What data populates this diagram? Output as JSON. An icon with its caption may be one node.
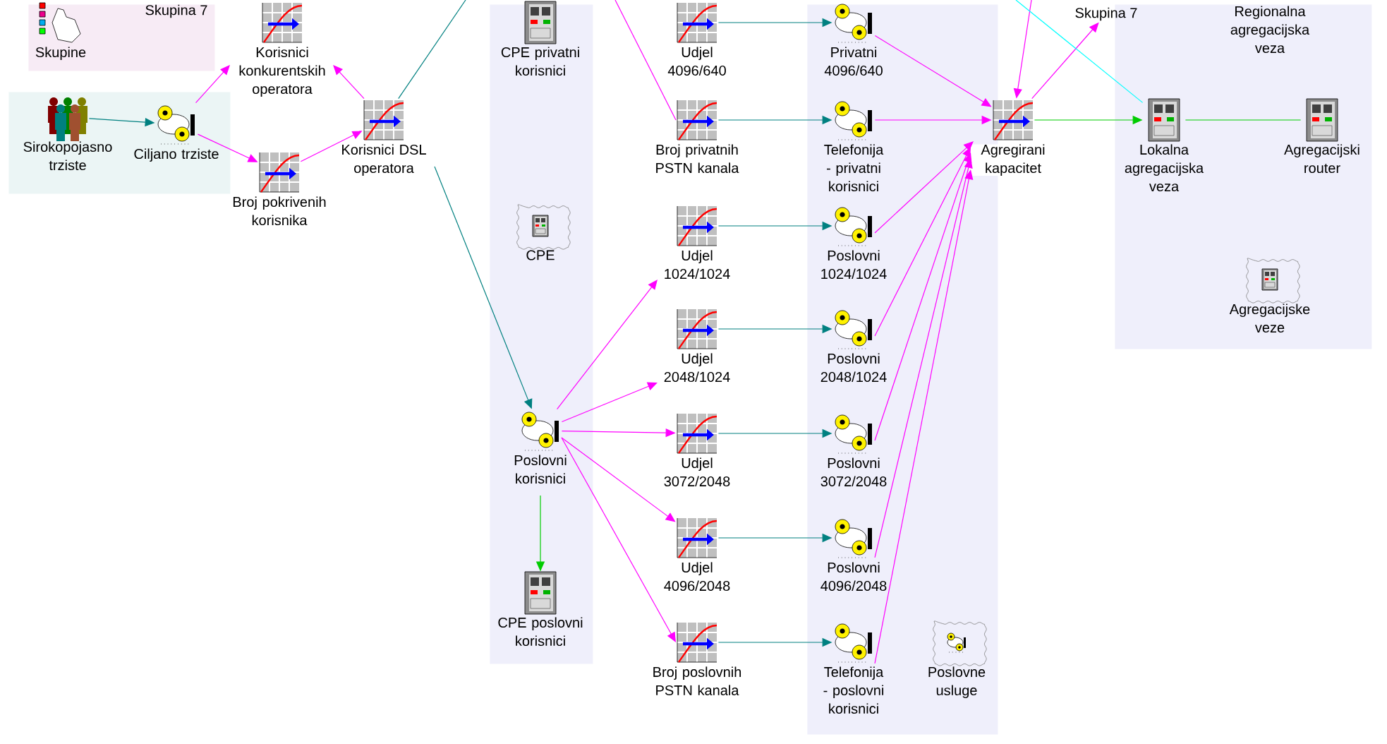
{
  "diagram": {
    "nodes": [
      {
        "text": [],
        "shape": "box"
      },
      {
        "text": [
          "Skupina 7"
        ],
        "in": 0
      },
      {
        "text": [
          "Skupine"
        ],
        "in": 0
      },
      {
        "text": [],
        "shape": "box"
      },
      {
        "text": [
          "Sirokopojasno trziste"
        ],
        "in": 3
      },
      {
        "text": [
          "Ciljano trziste"
        ],
        "in": 3
      },
      {
        "text": [
          "Korisnici konkurentskih operatora"
        ]
      },
      {
        "text": [
          "Broj pokrivenih korisnika"
        ]
      },
      {
        "text": [
          "Korisnici DSL operatora"
        ]
      },
      {
        "text": [],
        "shape": "box"
      },
      {
        "text": [
          "CPE privatni korisnici"
        ],
        "in": 9
      },
      {
        "text": [
          "CPE"
        ],
        "in": 9
      },
      {
        "text": [
          "Poslovni korisnici"
        ],
        "in": 9
      },
      {
        "text": [
          "CPE poslovni korisnici"
        ],
        "in": 9
      },
      {
        "text": [
          "Udjel 4096/640"
        ]
      },
      {
        "text": [
          "Broj privatnih PSTN kanala"
        ]
      },
      {
        "text": [
          "Udjel 1024/1024"
        ]
      },
      {
        "text": [
          "Udjel 2048/1024"
        ]
      },
      {
        "text": [
          "Udjel 3072/2048"
        ]
      },
      {
        "text": [
          "Udjel 4096/2048"
        ]
      },
      {
        "text": [
          "Broj poslovnih PSTN kanala"
        ]
      },
      {
        "text": [],
        "shape": "box"
      },
      {
        "text": [
          "Privatni 4096/640"
        ],
        "in": 21
      },
      {
        "text": [
          "Telefonija - privatni korisnici"
        ],
        "in": 21
      },
      {
        "text": [
          "Poslovni 1024/1024"
        ],
        "in": 21
      },
      {
        "text": [
          "Poslovni 2048/1024"
        ],
        "in": 21
      },
      {
        "text": [
          "Poslovni 3072/2048"
        ],
        "in": 21
      },
      {
        "text": [
          "Poslovni 4096/2048"
        ],
        "in": 21
      },
      {
        "text": [
          "Telefonija - poslovni korisnici"
        ],
        "in": 21
      },
      {
        "text": [
          "Poslovne usluge"
        ],
        "in": 21
      },
      {
        "text": [
          "Agregirani kapacitet"
        ]
      },
      {
        "text": [
          "Skupina 7"
        ]
      },
      {
        "text": [
          "Regionalna agregacijska veza"
        ]
      },
      {
        "text": [
          "Lokalna agregacijska veza"
        ],
        "in": 32
      },
      {
        "text": [
          "Agregacijski router"
        ],
        "in": 32
      },
      {
        "text": [
          "Agregacijske veze"
        ],
        "in": 32
      }
    ],
    "edges": [
      {
        "from": 4,
        "to": 5,
        "arrow": "to",
        "color": "#008080"
      },
      {
        "from": 5,
        "to": 6,
        "arrow": "to"
      },
      {
        "from": 5,
        "to": 7,
        "arrow": "to"
      },
      {
        "from": 8,
        "to": 6,
        "arrow": "to"
      },
      {
        "from": 7,
        "to": 8,
        "arrow": "to"
      },
      {
        "from": 8,
        "to": null,
        "arrow": "none",
        "color": "#008080"
      },
      {
        "from": 8,
        "to": 12,
        "arrow": "to",
        "color": "#008080"
      },
      {
        "from": 12,
        "to": 13,
        "arrow": "to",
        "color": "#00cc00"
      },
      {
        "from": 12,
        "to": 16,
        "arrow": "to"
      },
      {
        "from": 12,
        "to": 17,
        "arrow": "to"
      },
      {
        "from": 12,
        "to": 18,
        "arrow": "to"
      },
      {
        "from": 12,
        "to": 19,
        "arrow": "to"
      },
      {
        "from": 12,
        "to": 20,
        "arrow": "to"
      },
      {
        "from": null,
        "to": 15,
        "arrow": "none"
      },
      {
        "from": 14,
        "to": 22,
        "arrow": "to",
        "color": "#008080"
      },
      {
        "from": 15,
        "to": 23,
        "arrow": "to",
        "color": "#008080"
      },
      {
        "from": 16,
        "to": 24,
        "arrow": "to",
        "color": "#008080"
      },
      {
        "from": 17,
        "to": 25,
        "arrow": "to",
        "color": "#008080"
      },
      {
        "from": 18,
        "to": 26,
        "arrow": "to",
        "color": "#008080"
      },
      {
        "from": 19,
        "to": 27,
        "arrow": "to",
        "color": "#008080"
      },
      {
        "from": 20,
        "to": 28,
        "arrow": "to",
        "color": "#008080"
      },
      {
        "from": 22,
        "to": 30,
        "arrow": "to"
      },
      {
        "from": 23,
        "to": 30,
        "arrow": "to"
      },
      {
        "from": 24,
        "to": 30,
        "arrow": "to"
      },
      {
        "from": 25,
        "to": 30,
        "arrow": "to"
      },
      {
        "from": 26,
        "to": 30,
        "arrow": "to"
      },
      {
        "from": 27,
        "to": 30,
        "arrow": "to"
      },
      {
        "from": 28,
        "to": 30,
        "arrow": "to"
      },
      {
        "from": null,
        "to": 30,
        "arrow": "to"
      },
      {
        "from": 30,
        "to": 31,
        "arrow": "to"
      },
      {
        "from": 30,
        "to": 33,
        "arrow": "to",
        "color": "#00cc00"
      },
      {
        "from": 33,
        "to": 34,
        "arrow": "none",
        "color": "#00cc00"
      },
      {
        "from": 33,
        "to": null,
        "arrow": "none",
        "color": "#00ffff"
      }
    ]
  }
}
